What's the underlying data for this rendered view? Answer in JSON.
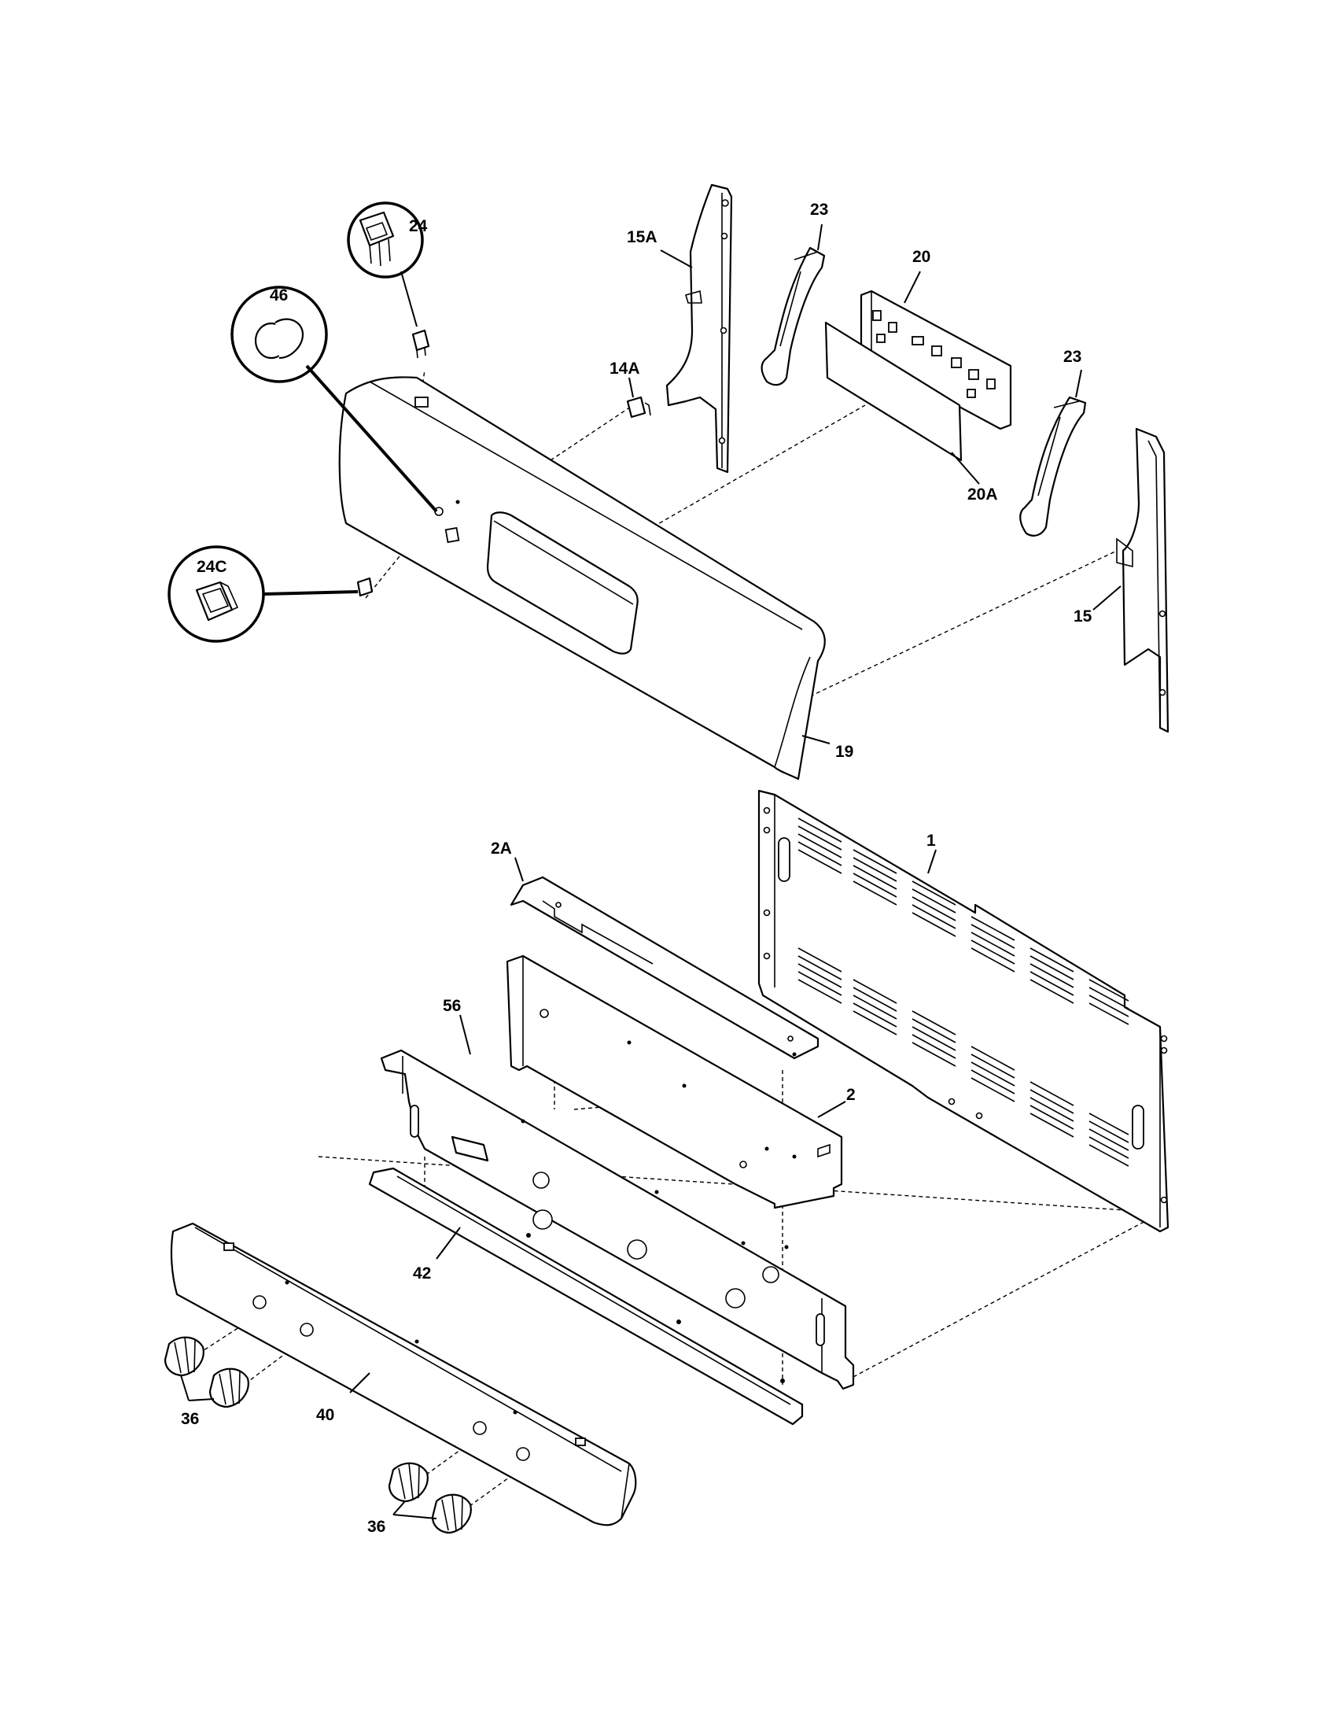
{
  "diagram": {
    "parts": [
      {
        "id": "p1",
        "label": "1"
      },
      {
        "id": "p2",
        "label": "2"
      },
      {
        "id": "p2A",
        "label": "2A"
      },
      {
        "id": "p14A",
        "label": "14A"
      },
      {
        "id": "p15",
        "label": "15"
      },
      {
        "id": "p15A",
        "label": "15A"
      },
      {
        "id": "p19",
        "label": "19"
      },
      {
        "id": "p20",
        "label": "20"
      },
      {
        "id": "p20A",
        "label": "20A"
      },
      {
        "id": "p23a",
        "label": "23"
      },
      {
        "id": "p23b",
        "label": "23"
      },
      {
        "id": "p24",
        "label": "24"
      },
      {
        "id": "p24C",
        "label": "24C"
      },
      {
        "id": "p36a",
        "label": "36"
      },
      {
        "id": "p36b",
        "label": "36"
      },
      {
        "id": "p40",
        "label": "40"
      },
      {
        "id": "p42",
        "label": "42"
      },
      {
        "id": "p46",
        "label": "46"
      },
      {
        "id": "p56",
        "label": "56"
      }
    ],
    "colors": {
      "line": "#000000",
      "fill": "#ffffff"
    }
  }
}
